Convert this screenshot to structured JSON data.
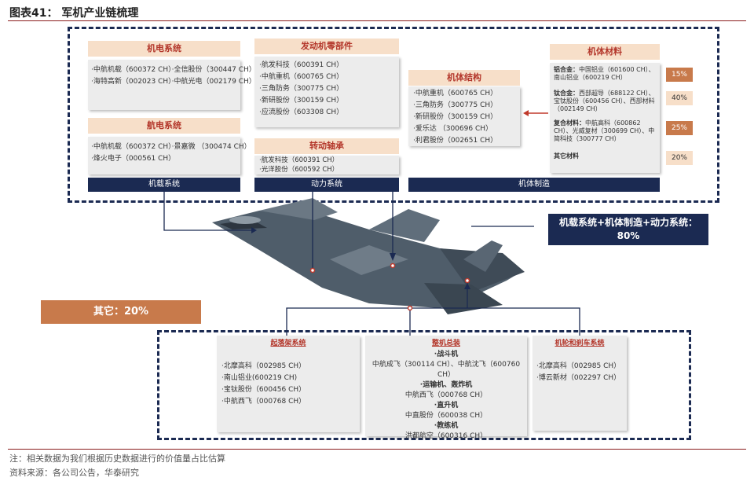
{
  "title": "图表41：  军机产业链梳理",
  "airborne": {
    "jidian": {
      "title": "机电系统",
      "lines": [
        "·中航机载（600372 CH）·全信股份（300447 CH）",
        "·海特高新（002023 CH）·中航光电（002179 CH）"
      ]
    },
    "hangdian": {
      "title": "航电系统",
      "lines": [
        "·中航机载（600372 CH）·景嘉微 （300474 CH）",
        "·烽火电子（000561 CH）"
      ]
    },
    "bar": "机载系统"
  },
  "power": {
    "engine": {
      "title": "发动机零部件",
      "lines": [
        "·航发科技（600391 CH）",
        "·中航重机（600765 CH）",
        "·三角防务（300775 CH）",
        "·新研股份（300159 CH）",
        "·应流股份（603308 CH）"
      ]
    },
    "bearing": {
      "title": "转动轴承",
      "lines": [
        "·航发科技（600391 CH）",
        "·光洋股份（600592 CH）"
      ]
    },
    "bar": "动力系统"
  },
  "airframe": {
    "structure": {
      "title": "机体结构",
      "lines": [
        "·中航重机（600765 CH）",
        "·三角防务（300775 CH）",
        "·新研股份（300159 CH）",
        "·爱乐达 （300696 CH）",
        "·利君股份（002651 CH）"
      ]
    },
    "materials": {
      "title": "机体材料",
      "items": [
        {
          "label": "铝合金：",
          "text": "中国铝业（601600 CH）、南山铝业（600219 CH）",
          "pct": "15%"
        },
        {
          "label": "钛合金：",
          "text": "西部超导（688122 CH）、宝钛股份（600456 CH）、西部材料（002149 CH）",
          "pct": "40%"
        },
        {
          "label": "复合材料：",
          "text": "中航高科（600862 CH）、光威复材（300699 CH）、中简科技（300777 CH）",
          "pct": "25%"
        },
        {
          "label": "其它材料",
          "text": "",
          "pct": "20%"
        }
      ]
    },
    "bar": "机体制造"
  },
  "callout": {
    "line1": "机载系统+机体制造+动力系统：",
    "line2": "80%"
  },
  "other_label": "其它：20%",
  "bottom": {
    "landing": {
      "title": "起落架系统",
      "lines": [
        "·北摩高科（002985 CH）",
        "·南山铝业(600219 CH)",
        "·宝钛股份（600456 CH）",
        "·中航西飞（000768 CH）"
      ]
    },
    "assembly": {
      "title": "整机总装",
      "rows": [
        {
          "bold": true,
          "text": "·战斗机"
        },
        {
          "bold": false,
          "text": "中航成飞（300114 CH）、中航沈飞（600760 CH）"
        },
        {
          "bold": true,
          "text": "·运输机、轰炸机"
        },
        {
          "bold": false,
          "text": "中航西飞（000768 CH）"
        },
        {
          "bold": true,
          "text": "·直升机"
        },
        {
          "bold": false,
          "text": "中直股份（600038 CH）"
        },
        {
          "bold": true,
          "text": "·教练机"
        },
        {
          "bold": false,
          "text": "洪都航空（600316 CH）"
        }
      ]
    },
    "wheels": {
      "title": "机轮和刹车系统",
      "lines": [
        "·北摩高科（002985 CH）",
        "·博云新材（002297 CH）"
      ]
    }
  },
  "footer": {
    "note": "注：相关数据为我们根据历史数据进行的价值量占比估算",
    "source": "资料来源：各公司公告，华泰研究"
  }
}
